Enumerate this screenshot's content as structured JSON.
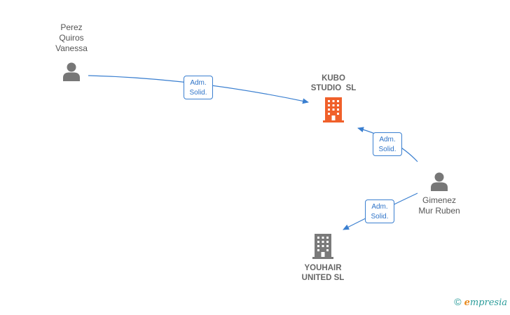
{
  "colors": {
    "edge": "#3a7fd0",
    "person": "#777777",
    "focus_company": "#f0602a",
    "company": "#7a7a7a"
  },
  "persons": [
    {
      "id": "perez",
      "lines": [
        "Perez",
        "Quiros",
        "Vanessa"
      ]
    },
    {
      "id": "gimenez",
      "lines": [
        "Gimenez",
        "Mur Ruben"
      ]
    }
  ],
  "companies": [
    {
      "id": "kubo",
      "lines": [
        "KUBO",
        "STUDIO  SL"
      ],
      "focus": true
    },
    {
      "id": "youhair",
      "lines": [
        "YOUHAIR",
        "UNITED SL"
      ],
      "focus": false
    }
  ],
  "relations": [
    {
      "from": "perez",
      "to": "kubo",
      "label": [
        "Adm.",
        "Solid."
      ]
    },
    {
      "from": "gimenez",
      "to": "kubo",
      "label": [
        "Adm.",
        "Solid."
      ]
    },
    {
      "from": "gimenez",
      "to": "youhair",
      "label": [
        "Adm.",
        "Solid."
      ]
    }
  ],
  "footer": {
    "copyright": "©",
    "brand_first": "e",
    "brand_rest": "mpresia"
  }
}
